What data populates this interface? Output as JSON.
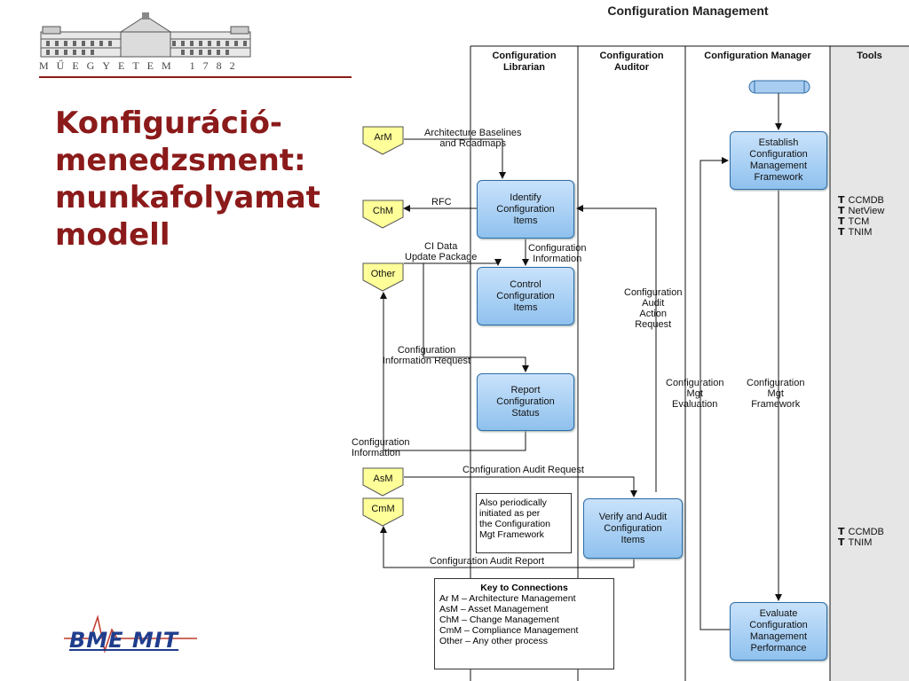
{
  "slide": {
    "title_lines": [
      "Konfiguráció-",
      "menedzsment:",
      "munkafolyamat",
      "modell"
    ],
    "university_motto": "MŰEGYETEM 1782",
    "logo_text": "BME MIT"
  },
  "diagram": {
    "title": "Configuration Management",
    "lanes": [
      "Configuration\nLibrarian",
      "Configuration\nAuditor",
      "Configuration Manager",
      "Tools"
    ],
    "boxes": {
      "establish": "Establish\nConfiguration\nManagement\nFramework",
      "identify": "Identify\nConfiguration\nItems",
      "control": "Control\nConfiguration\nItems",
      "report": "Report\nConfiguration\nStatus",
      "verify": "Verify and Audit\nConfiguration\nItems",
      "evaluate": "Evaluate\nConfiguration\nManagement\nPerformance"
    },
    "external": {
      "arm": "ArM",
      "chm": "ChM",
      "other": "Other",
      "asm": "AsM",
      "cmm": "CmM"
    },
    "labels": {
      "arch_baselines": "Architecture Baselines\nand Roadmaps",
      "rfc": "RFC",
      "ci_data": "CI Data\nUpdate Package",
      "config_info": "Configuration\nInformation",
      "audit_action": "Configuration\nAudit\nAction\nRequest",
      "info_request": "Configuration\nInformation Request",
      "mgt_eval": "Configuration\nMgt\nEvaluation",
      "mgt_framework": "Configuration\nMgt\nFramework",
      "config_info2": "Configuration\nInformation",
      "audit_request": "Configuration Audit Request",
      "audit_report": "Configuration Audit Report"
    },
    "note": "Also periodically\ninitiated as per\nthe Configuration\nMgt Framework",
    "key": {
      "title": "Key to Connections",
      "items": [
        "Ar M – Architecture Management",
        "AsM – Asset Management",
        "ChM – Change Management",
        "CmM – Compliance Management",
        "Other – Any other process"
      ]
    },
    "tools_top": [
      "CCMDB",
      "NetView",
      "TCM",
      "TNIM"
    ],
    "tools_bottom": [
      "CCMDB",
      "TNIM"
    ]
  }
}
